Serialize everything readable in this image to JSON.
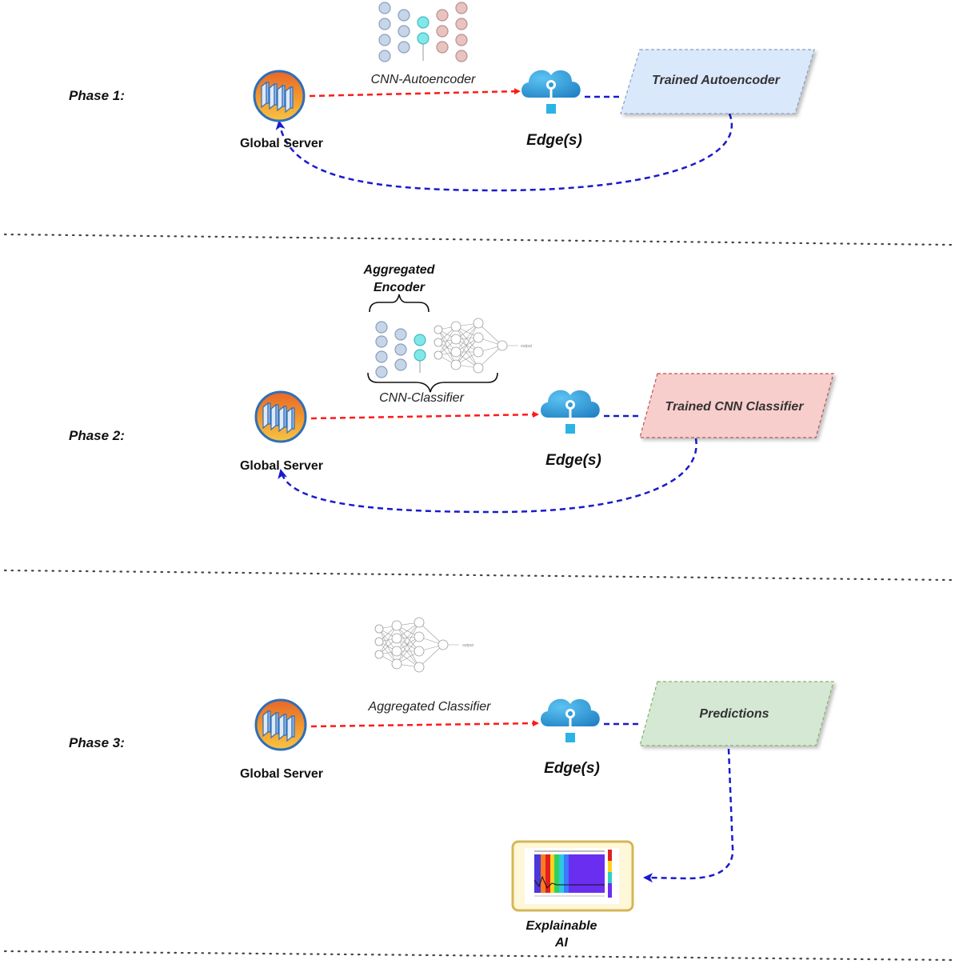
{
  "phases": [
    {
      "label": "Phase 1:",
      "server_label": "Global Server",
      "model_label": "CNN-Autoencoder",
      "edge_label": "Edge(s)",
      "result_label": "Trained Autoencoder",
      "result_color": "#dae8fc"
    },
    {
      "label": "Phase 2:",
      "server_label": "Global Server",
      "encoder_label_line1": "Aggregated",
      "encoder_label_line2": "Encoder",
      "model_label": "CNN-Classifier",
      "nn_output_label": "output",
      "edge_label": "Edge(s)",
      "result_label": "Trained CNN Classifier",
      "result_color": "#f8cecc"
    },
    {
      "label": "Phase 3:",
      "server_label": "Global Server",
      "model_label": "Aggregated Classifier",
      "nn_output_label": "output",
      "edge_label": "Edge(s)",
      "result_label": "Predictions",
      "result_color": "#d5e8d4",
      "xai_label_line1": "Explainable",
      "xai_label_line2": "AI"
    }
  ],
  "colors": {
    "send_arrow": "#ff1a1a",
    "return_arrow": "#1a1acc",
    "separator": "#444444",
    "cloud": "#2e9bd6",
    "node_blue": "#c6d5e8",
    "node_cyan": "#7fe8ea",
    "node_pink": "#e8c4c0"
  }
}
